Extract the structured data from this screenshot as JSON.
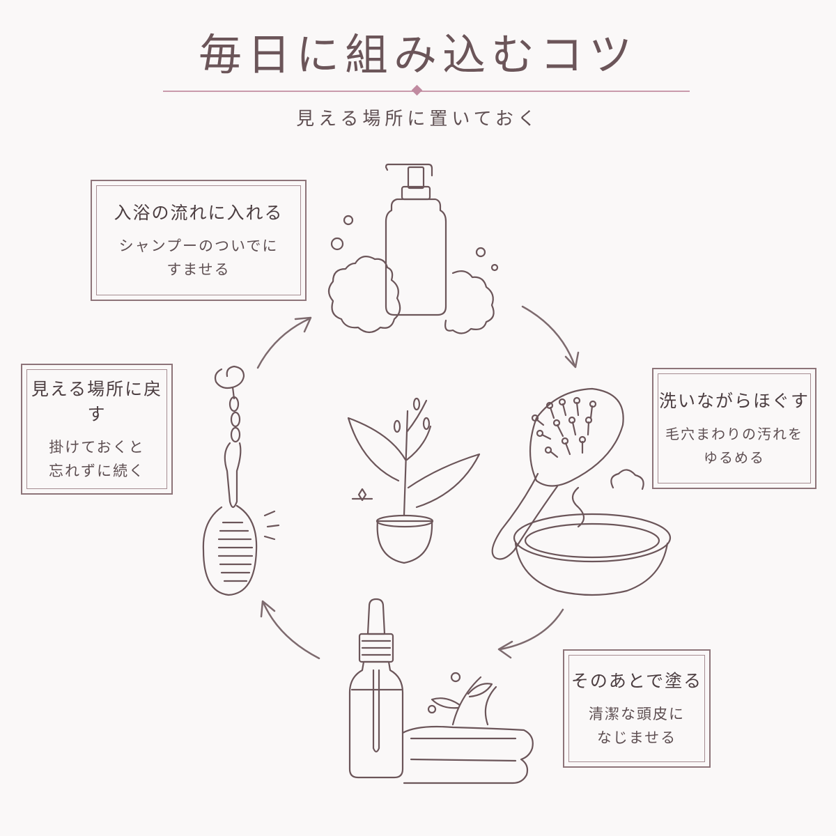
{
  "title": "毎日に組み込むコツ",
  "subtitle": "見える場所に置いておく",
  "cards": [
    {
      "id": "shampoo",
      "head": "入浴の流れに入れる",
      "line1": "シャンプーのついでに",
      "line2": "すませる"
    },
    {
      "id": "wash",
      "head": "洗いながらほぐす",
      "line1": "毛穴まわりの汚れを",
      "line2": "ゆるめる"
    },
    {
      "id": "apply",
      "head": "そのあとで塗る",
      "line1": "清潔な頭皮に",
      "line2": "なじませる"
    },
    {
      "id": "return",
      "head": "見える場所に戻す",
      "line1": "掛けておくと",
      "line2": "忘れずに続く"
    }
  ],
  "colors": {
    "line": "#6b5559",
    "accent": "#c08aa0",
    "arrow": "#7d6a6e"
  },
  "icons": [
    "pump-bottle-icon",
    "scalp-brush-basin-icon",
    "dropper-bottle-towel-icon",
    "hanging-brush-icon",
    "potted-plant-icon",
    "cycle-arrow-icon"
  ]
}
